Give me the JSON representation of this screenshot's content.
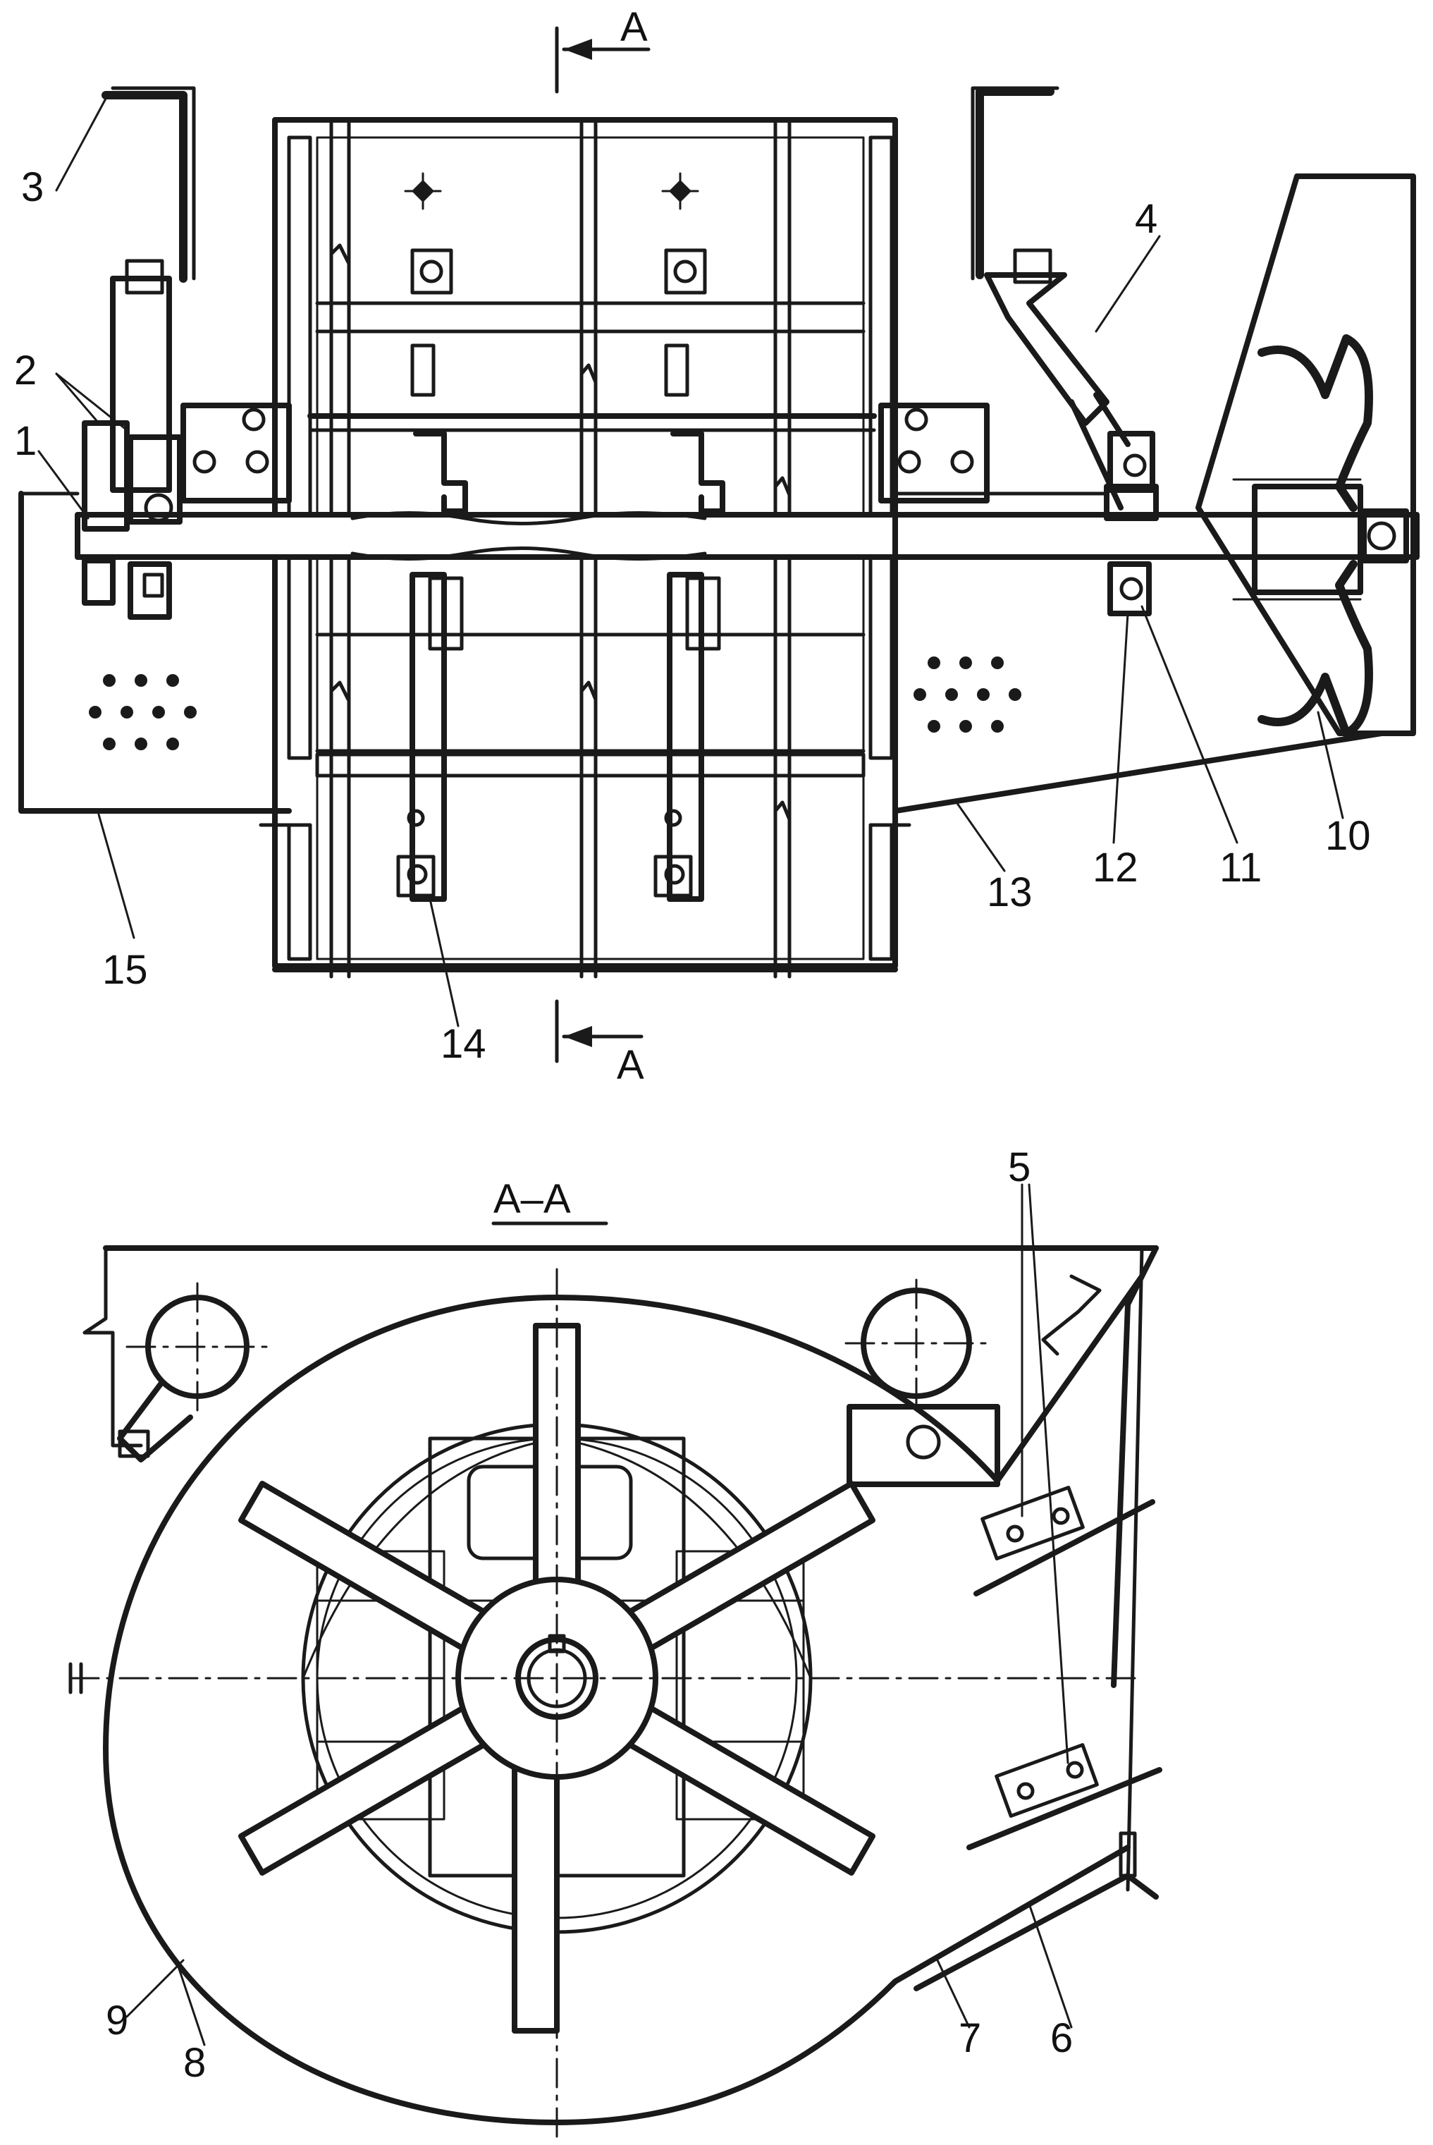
{
  "labels": {
    "l1": "1",
    "l2": "2",
    "l3": "3",
    "l4": "4",
    "l5": "5",
    "l6": "6",
    "l7": "7",
    "l8": "8",
    "l9": "9",
    "l10": "10",
    "l11": "11",
    "l12": "12",
    "l13": "13",
    "l14": "14",
    "l15": "15"
  },
  "section": {
    "cut_top": "A",
    "cut_bottom": "A",
    "title": "A–A"
  }
}
